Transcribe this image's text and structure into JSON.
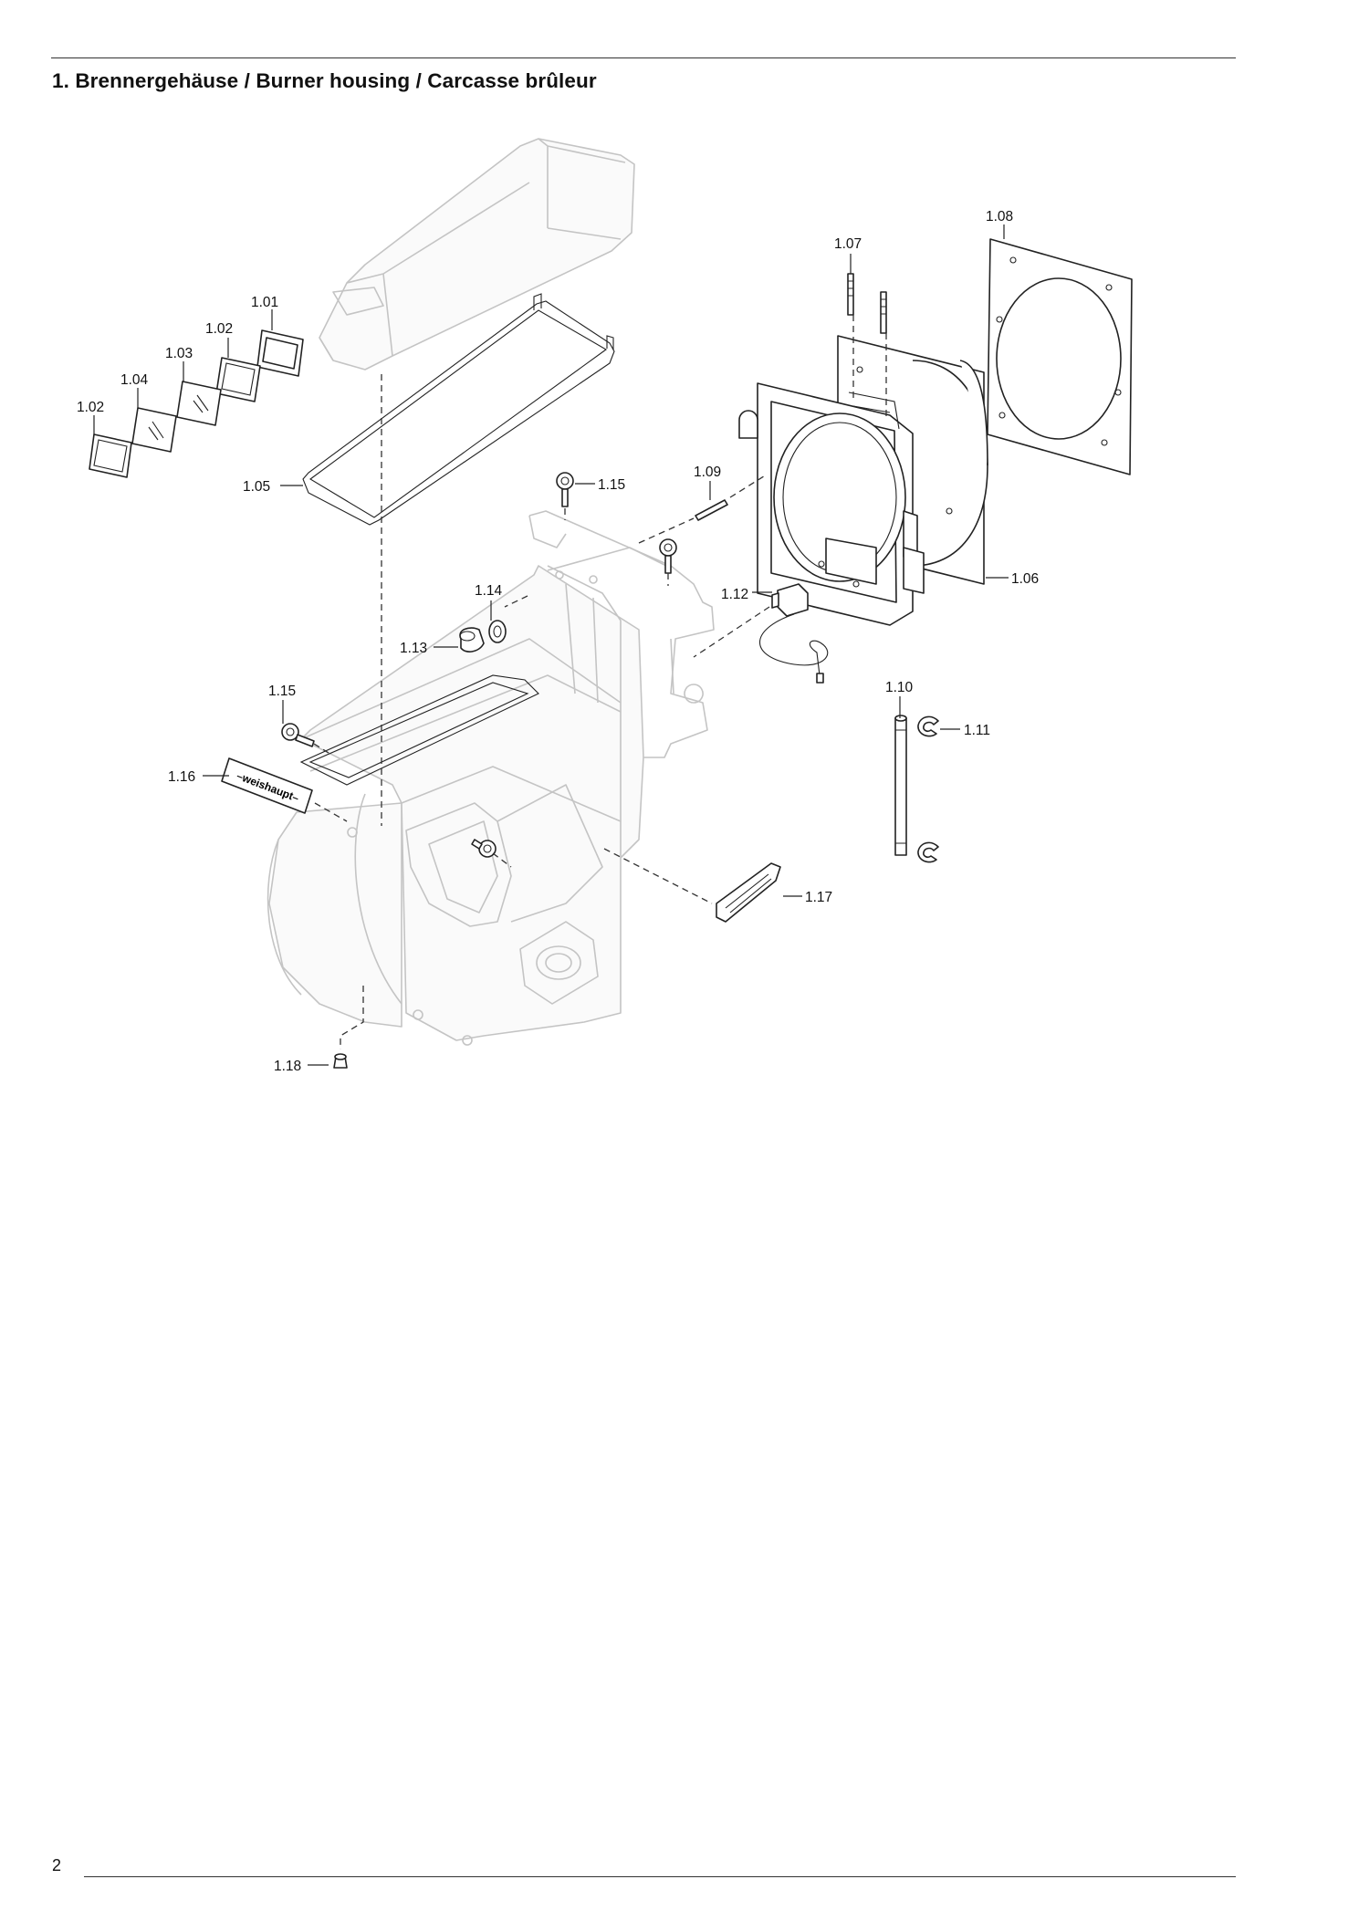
{
  "page": {
    "title": "1. Brennergehäuse / Burner housing / Carcasse brûleur",
    "page_number": "2"
  },
  "labels": {
    "l_101": "1.01",
    "l_102a": "1.02",
    "l_102b": "1.02",
    "l_103": "1.03",
    "l_104": "1.04",
    "l_105": "1.05",
    "l_106": "1.06",
    "l_107": "1.07",
    "l_108": "1.08",
    "l_109": "1.09",
    "l_110": "1.10",
    "l_111": "1.11",
    "l_112": "1.12",
    "l_113": "1.13",
    "l_114": "1.14",
    "l_115a": "1.15",
    "l_115b": "1.15",
    "l_116": "1.16",
    "l_117": "1.17",
    "l_118": "1.18"
  },
  "nameplate_text": "–weishaupt–"
}
